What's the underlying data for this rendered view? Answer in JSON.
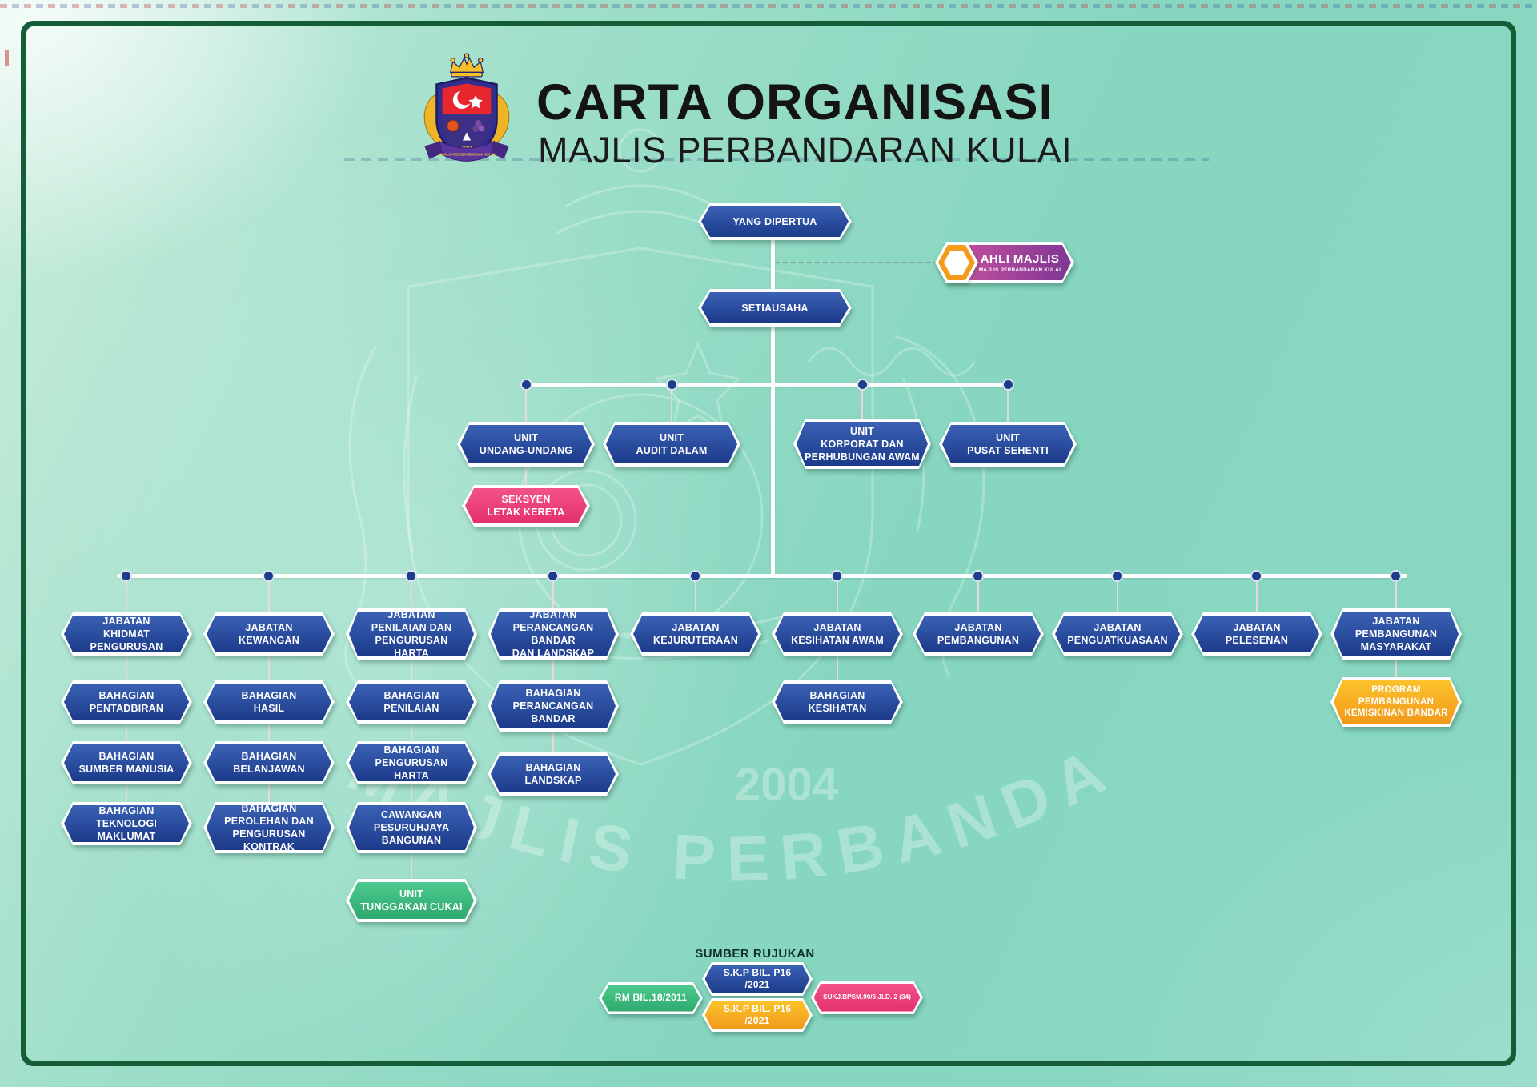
{
  "header": {
    "title": "CARTA ORGANISASI",
    "subtitle": "MAJLIS PERBANDARAN KULAI",
    "logo": {
      "name": "majlis-perbandaran-kulai-crest",
      "ribbon_text": "MAJLIS PERBANDARAN KULAI",
      "year": "2004"
    }
  },
  "colors": {
    "box_blue": "#24489e",
    "box_pink": "#ee3d7f",
    "box_green": "#41bd85",
    "box_orange": "#f8a81d",
    "box_purple": "#a8439b",
    "frame_green": "#155c38",
    "background_teal": "#8ad8c3"
  },
  "top": {
    "yang_dipertua": "YANG DIPERTUA",
    "setiausaha": "SETIAUSAHA",
    "ahli_majlis": {
      "title": "AHLI MAJLIS",
      "subtitle": "MAJLIS PERBANDARAN KULAI"
    }
  },
  "units": [
    {
      "label": "UNIT\nUNDANG-UNDANG"
    },
    {
      "label": "UNIT\nAUDIT DALAM"
    },
    {
      "label": "UNIT\nKORPORAT DAN\nPERHUBUNGAN AWAM"
    },
    {
      "label": "UNIT\nPUSAT SEHENTI"
    }
  ],
  "seksyen_letak_kereta": "SEKSYEN\nLETAK KERETA",
  "departments": [
    {
      "label": "JABATAN\nKHIDMAT PENGURUSAN",
      "subs": [
        "BAHAGIAN\nPENTADBIRAN",
        "BAHAGIAN\nSUMBER MANUSIA",
        "BAHAGIAN\nTEKNOLOGI MAKLUMAT"
      ]
    },
    {
      "label": "JABATAN\nKEWANGAN",
      "subs": [
        "BAHAGIAN\nHASIL",
        "BAHAGIAN\nBELANJAWAN",
        "BAHAGIAN\nPEROLEHAN DAN\nPENGURUSAN KONTRAK"
      ]
    },
    {
      "label": "JABATAN\nPENILAIAN DAN\nPENGURUSAN HARTA",
      "subs": [
        "BAHAGIAN\nPENILAIAN",
        "BAHAGIAN\nPENGURUSAN HARTA",
        "CAWANGAN\nPESURUHJAYA\nBANGUNAN",
        "UNIT\nTUNGGAKAN CUKAI"
      ]
    },
    {
      "label": "JABATAN\nPERANCANGAN BANDAR\nDAN LANDSKAP",
      "subs": [
        "BAHAGIAN\nPERANCANGAN\nBANDAR",
        "BAHAGIAN\nLANDSKAP"
      ]
    },
    {
      "label": "JABATAN\nKEJURUTERAAN",
      "subs": []
    },
    {
      "label": "JABATAN\nKESIHATAN AWAM",
      "subs": [
        "BAHAGIAN\nKESIHATAN"
      ]
    },
    {
      "label": "JABATAN\nPEMBANGUNAN",
      "subs": []
    },
    {
      "label": "JABATAN\nPENGUATKUASAAN",
      "subs": []
    },
    {
      "label": "JABATAN\nPELESENAN",
      "subs": []
    },
    {
      "label": "JABATAN\nPEMBANGUNAN\nMASYARAKAT",
      "subs": [
        "PROGRAM\nPEMBANGUNAN\nKEMISKINAN BANDAR"
      ]
    }
  ],
  "footer": {
    "title": "SUMBER RUJUKAN",
    "references": [
      {
        "label": "RM BIL.18/2011",
        "color": "green"
      },
      {
        "label": "S.K.P BIL. P16 /2021",
        "color": "blue"
      },
      {
        "label": "S.K.P BIL. P16 /2021",
        "color": "orange"
      },
      {
        "label": "SUKJ.BPSM.90/6 JLD. 2 (34)",
        "color": "pink"
      }
    ]
  }
}
